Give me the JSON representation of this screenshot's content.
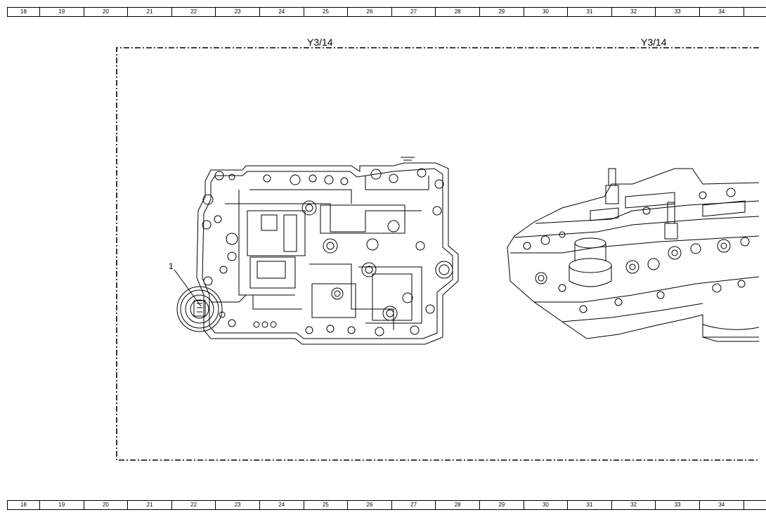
{
  "ruler_numbers": [
    "18",
    "19",
    "20",
    "21",
    "22",
    "23",
    "24",
    "25",
    "26",
    "27",
    "28",
    "29",
    "30",
    "31",
    "32",
    "33",
    "34"
  ],
  "view_labels": {
    "left": "Y3/14",
    "right": "Y3/14"
  },
  "callouts": [
    {
      "number": "1"
    }
  ]
}
